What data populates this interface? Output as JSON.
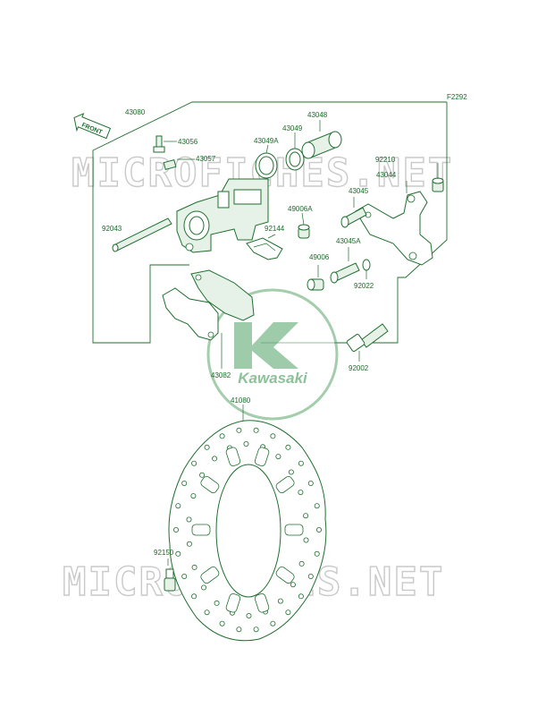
{
  "diagram": {
    "code": "F2292",
    "direction_label": "FRONT",
    "brand": "Kawasaki",
    "watermark": "MICROFICHES.NET",
    "parts": {
      "p43080": "43080",
      "p43056": "43056",
      "p43057": "43057",
      "p43049A": "43049A",
      "p43049": "43049",
      "p43048": "43048",
      "p92210": "92210",
      "p43044": "43044",
      "p43045": "43045",
      "p49006A": "49006A",
      "p92144": "92144",
      "p92043": "92043",
      "p43045A": "43045A",
      "p49006": "49006",
      "p92022": "92022",
      "p43082": "43082",
      "p92002": "92002",
      "p41080": "41080",
      "p92150": "92150"
    }
  }
}
